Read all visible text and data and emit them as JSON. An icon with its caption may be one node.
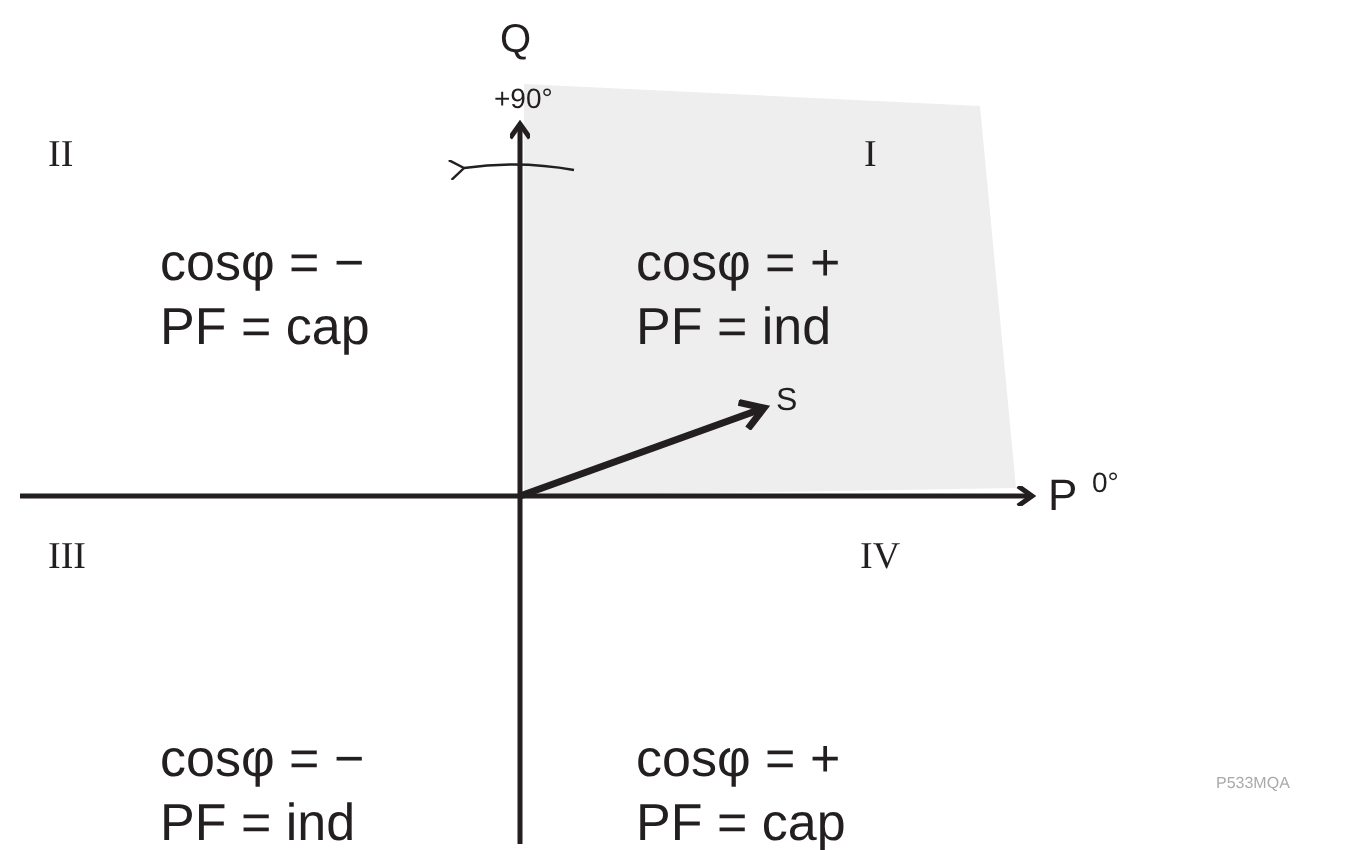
{
  "diagram": {
    "labels": [
      "Q",
      "+90°",
      "II",
      "I",
      "cosφ = −",
      "cosφ = +",
      "PF = cap",
      "PF = ind",
      "S",
      "P",
      "0°",
      "III",
      "IV",
      "cosφ = −",
      "cosφ = +",
      "PF = ind",
      "PF = cap",
      "P533MQA"
    ]
  }
}
